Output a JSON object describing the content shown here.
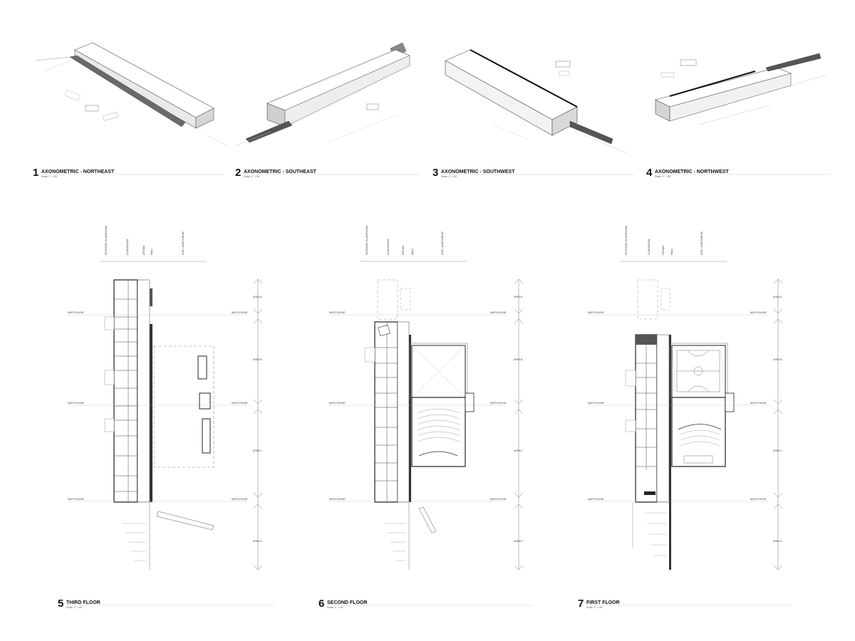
{
  "views": [
    {
      "number": "1",
      "title": "AXONOMETRIC - NORTHEAST",
      "scale": "Scale: 1\" = 50'",
      "icon": "axonometric-drawing"
    },
    {
      "number": "2",
      "title": "AXONOMETRIC - SOUTHEAST",
      "scale": "Scale: 1\" = 50'",
      "icon": "axonometric-drawing"
    },
    {
      "number": "3",
      "title": "AXONOMETRIC - SOUTHWEST",
      "scale": "Scale: 1\" = 50'",
      "icon": "axonometric-drawing"
    },
    {
      "number": "4",
      "title": "AXONOMETRIC - NORTHWEST",
      "scale": "Scale: 1\" = 50'",
      "icon": "axonometric-drawing"
    }
  ],
  "plans": [
    {
      "number": "5",
      "title": "THIRD FLOOR",
      "scale": "Scale: 1\" = 50'"
    },
    {
      "number": "6",
      "title": "SECOND FLOOR",
      "scale": "Scale: 1\" = 40'"
    },
    {
      "number": "7",
      "title": "FIRST FLOOR",
      "scale": "Scale: 1\" = 40'"
    }
  ],
  "plan_labels": {
    "columns": [
      "OUTDOOR CLASSROOM",
      "CLASSROOM",
      "ATRIUM",
      "WALL",
      "GYM / AUDITORIUM"
    ],
    "matchline": "MATCHLINE",
    "areas": [
      "AREA A",
      "AREA B",
      "AREA C",
      "AREA D"
    ]
  },
  "colors": {
    "line": "#333333",
    "light": "#9a9a9a",
    "wall": "#111111",
    "ground": "#bdbdbd"
  }
}
